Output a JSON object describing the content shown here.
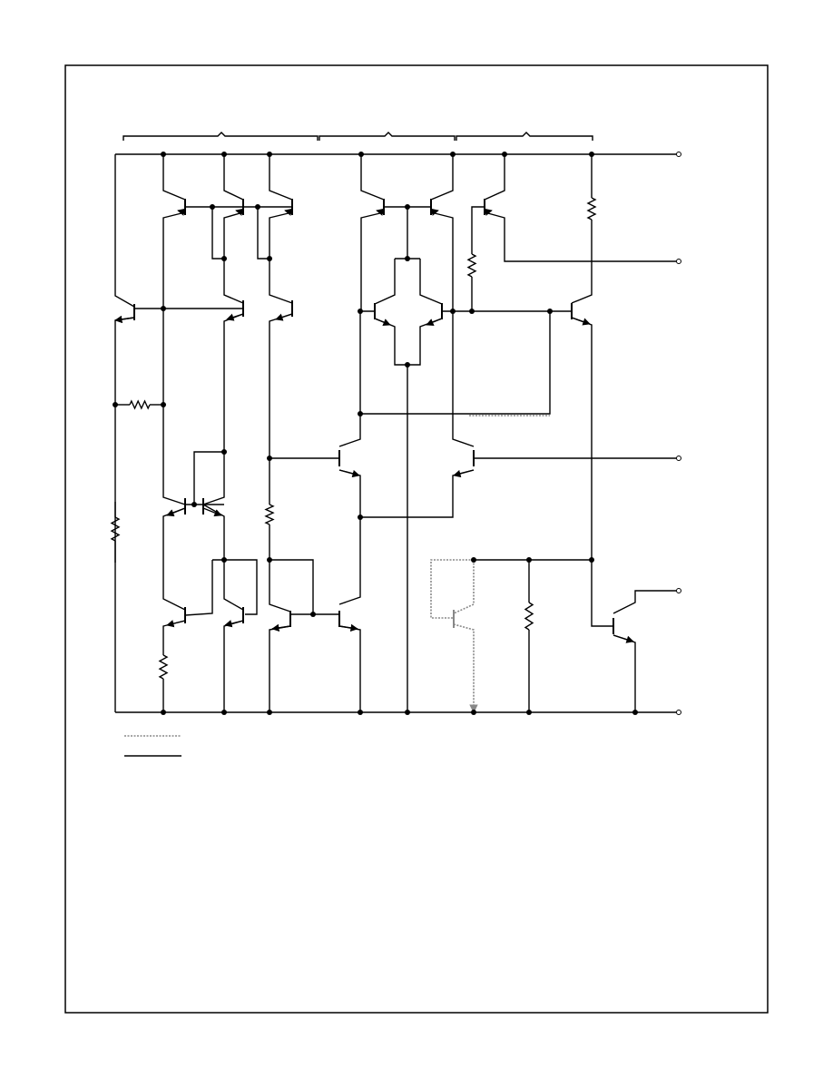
{
  "figure": {
    "kind": "schematic",
    "section_brackets": 3,
    "output_terminals": 5,
    "legend_entries": 2,
    "colors": {
      "wire": "#000000",
      "dashed_wire": "#888888",
      "background": "#ffffff"
    }
  }
}
